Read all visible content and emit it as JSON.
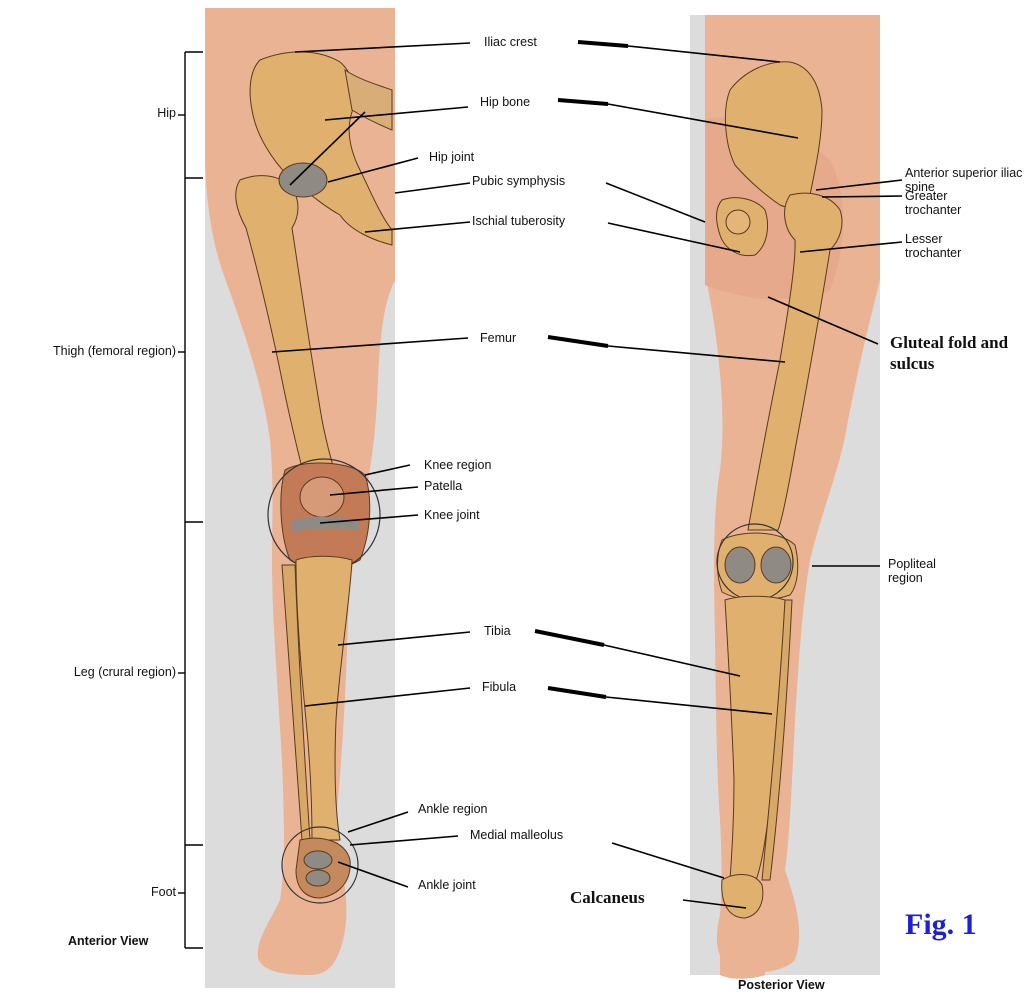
{
  "colors": {
    "panel_bg": "#dcdcdc",
    "skin": "#e9b394",
    "bone": "#e0b06e",
    "bone_outline": "#5a3a1c",
    "cartilage": "#8f8b84",
    "leader": "#000000",
    "fig_label": "#1f1fd6"
  },
  "fig_label": "Fig. 1",
  "views": {
    "anterior": "Anterior View",
    "posterior": "Posterior View"
  },
  "regions": [
    {
      "id": "hip",
      "label": "Hip"
    },
    {
      "id": "thigh",
      "label": "Thigh (femoral region)"
    },
    {
      "id": "leg",
      "label": "Leg (crural region)"
    },
    {
      "id": "foot",
      "label": "Foot"
    }
  ],
  "labels": {
    "iliac_crest": "Iliac crest",
    "hip_bone": "Hip bone",
    "hip_joint": "Hip joint",
    "pubic_symphysis": "Pubic symphysis",
    "ischial_tuberosity": "Ischial tuberosity",
    "femur": "Femur",
    "knee_region": "Knee region",
    "patella": "Patella",
    "knee_joint": "Knee joint",
    "tibia": "Tibia",
    "fibula": "Fibula",
    "ankle_region": "Ankle region",
    "medial_malleolus": "Medial malleolus",
    "ankle_joint": "Ankle joint",
    "calcaneus": "Calcaneus",
    "asis": "Anterior superior iliac spine",
    "greater_trochanter": "Greater trochanter",
    "lesser_trochanter": "Lesser trochanter",
    "gluteal": "Gluteal fold and sulcus",
    "popliteal": "Popliteal region"
  }
}
